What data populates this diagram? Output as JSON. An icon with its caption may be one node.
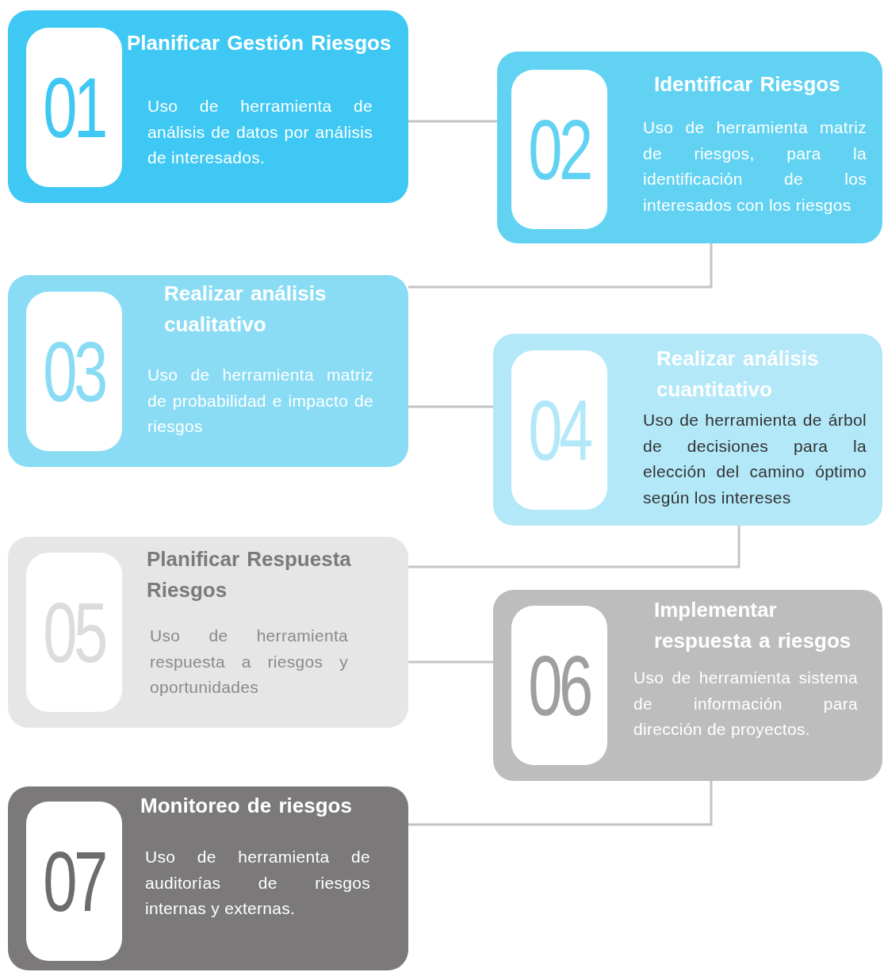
{
  "diagram": {
    "nodes": [
      {
        "text": [
          "Planificar Gestión Riesgos",
          "Uso de herramienta de análisis de datos por análisis de interesados."
        ]
      },
      {
        "text": [
          "01"
        ],
        "in": 0
      },
      {
        "text": [
          "Identificar Riesgos",
          "Uso de herramienta matriz de riesgos, para la identificación de los interesados con los riesgos"
        ]
      },
      {
        "text": [
          "02"
        ],
        "in": 2
      },
      {
        "text": [
          "Realizar  análisis cualitativo",
          "Uso de herramienta matriz de probabilidad e impacto de riesgos"
        ]
      },
      {
        "text": [
          "03"
        ],
        "in": 4
      },
      {
        "text": [
          "Realizar  análisis cuantitativo",
          "Uso de herramienta de árbol de decisiones para la elección del camino óptimo según los intereses"
        ]
      },
      {
        "text": [
          "04"
        ],
        "in": 6
      },
      {
        "text": [
          "Planificar  Respuesta Riesgos",
          "Uso de herramienta respuesta a riesgos y oportunidades"
        ]
      },
      {
        "text": [
          "05"
        ],
        "in": 8
      },
      {
        "text": [
          "Implementar respuesta a riesgos",
          "Uso de herramienta sistema de información para dirección de proyectos."
        ]
      },
      {
        "text": [
          "06"
        ],
        "in": 10
      },
      {
        "text": [
          "Monitoreo de riesgos",
          "Uso de herramienta de auditorías de riesgos internas y externas."
        ]
      },
      {
        "text": [
          "07"
        ],
        "in": 12
      }
    ],
    "edges": [
      {
        "from": 0,
        "to": 2,
        "arrow": "none"
      },
      {
        "from": 2,
        "to": 4,
        "arrow": "none"
      },
      {
        "from": 4,
        "to": 6,
        "arrow": "none"
      },
      {
        "from": 6,
        "to": 8,
        "arrow": "none"
      },
      {
        "from": 8,
        "to": 10,
        "arrow": "none"
      },
      {
        "from": 10,
        "to": 12,
        "arrow": "none"
      }
    ]
  }
}
